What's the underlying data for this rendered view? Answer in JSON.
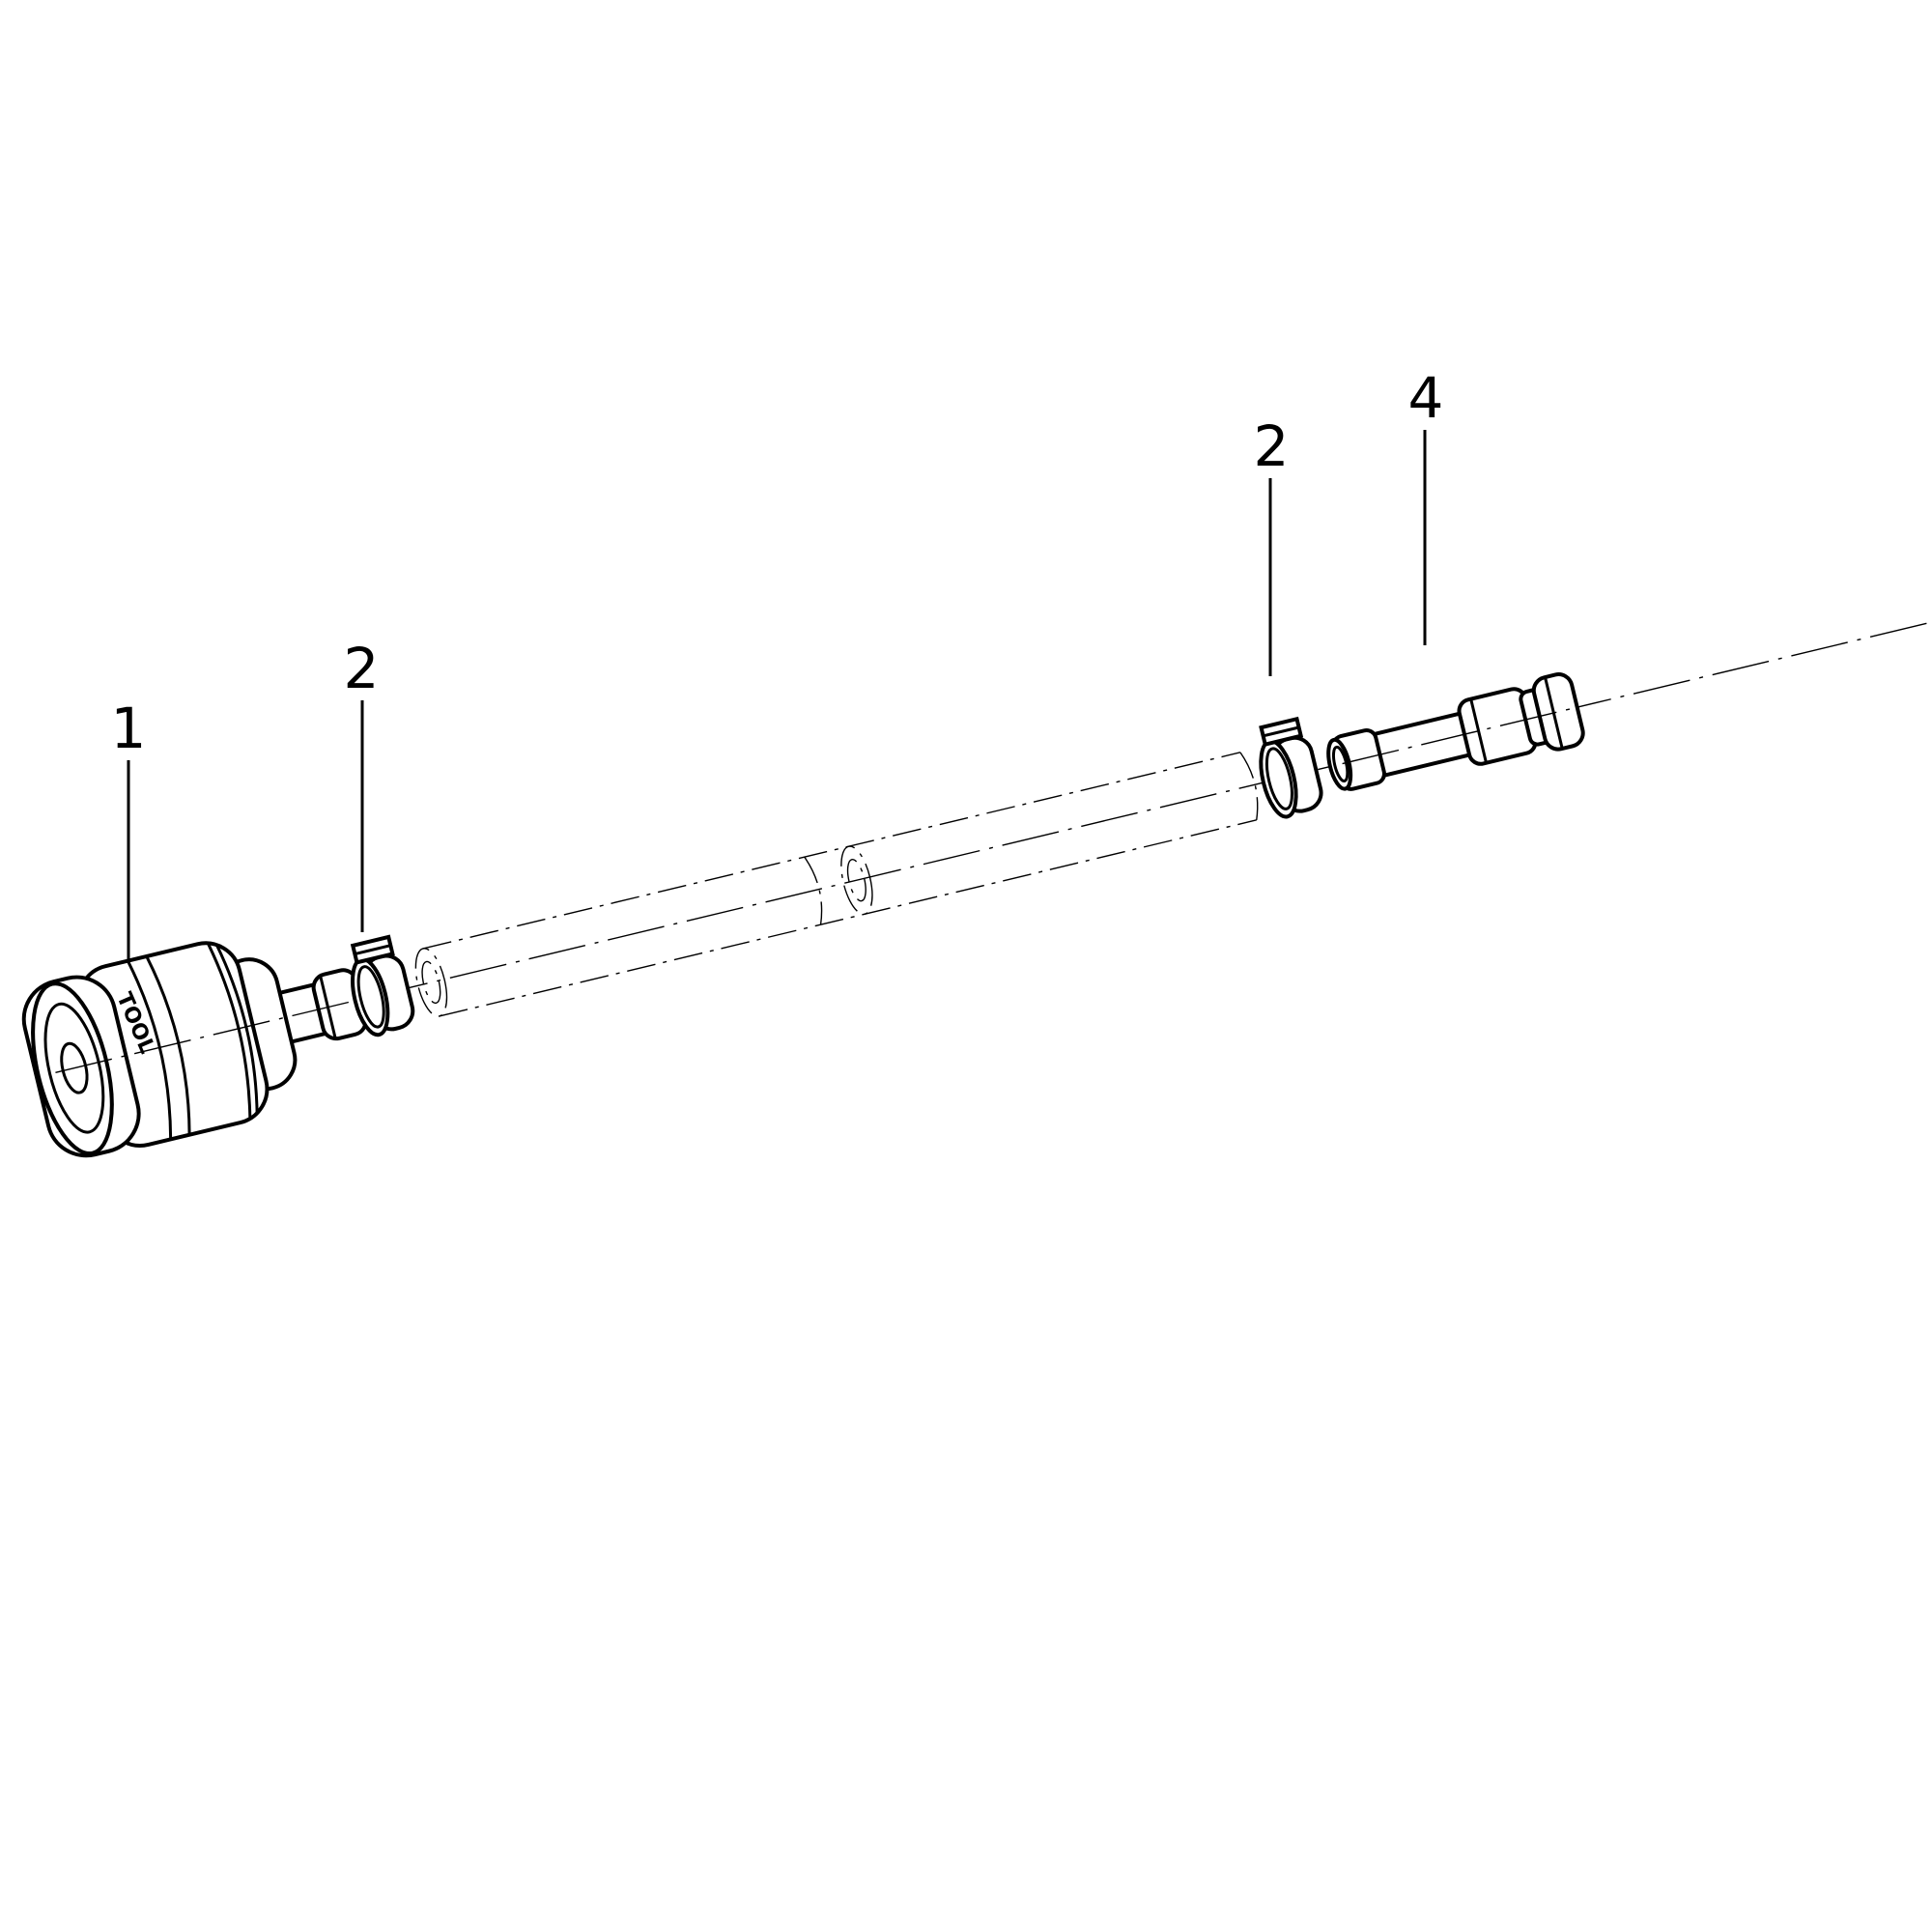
{
  "diagram": {
    "parts": [
      {
        "id": "coupling",
        "label": "1",
        "logo_text": "TOOL"
      },
      {
        "id": "hose-clamp-left",
        "label": "2"
      },
      {
        "id": "hose",
        "label": ""
      },
      {
        "id": "hose-clamp-right",
        "label": "2"
      },
      {
        "id": "plug-nipple",
        "label": "4"
      }
    ],
    "line_color": "#000000",
    "background": "#ffffff"
  }
}
